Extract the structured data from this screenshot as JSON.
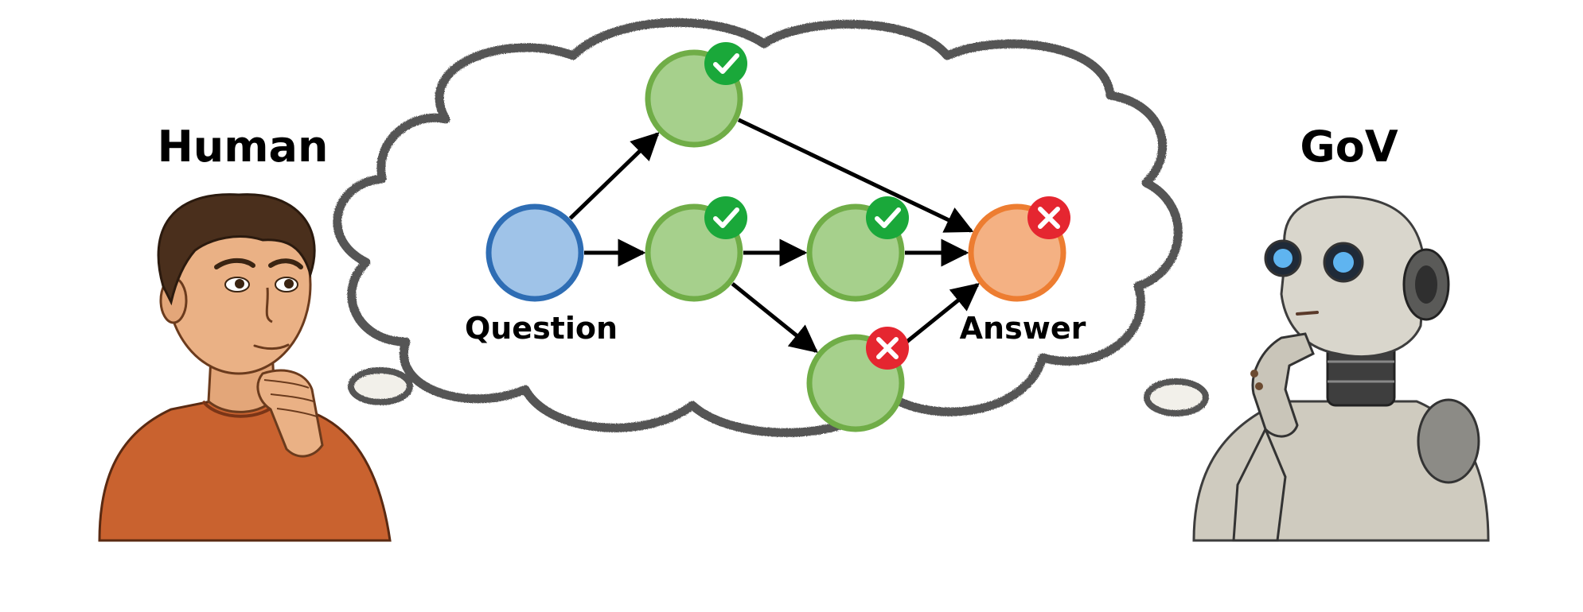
{
  "figure": {
    "human_label": "Human",
    "gov_label": "GoV"
  },
  "graph": {
    "nodes": [
      {
        "id": "question",
        "label": "Question",
        "kind": "question",
        "mark": "none"
      },
      {
        "id": "a",
        "label": "",
        "kind": "step",
        "mark": "check"
      },
      {
        "id": "b",
        "label": "",
        "kind": "step",
        "mark": "check"
      },
      {
        "id": "c",
        "label": "",
        "kind": "step",
        "mark": "check"
      },
      {
        "id": "d",
        "label": "",
        "kind": "step",
        "mark": "cross"
      },
      {
        "id": "answer",
        "label": "Answer",
        "kind": "answer",
        "mark": "cross"
      }
    ],
    "edges": [
      {
        "from": "question",
        "to": "a"
      },
      {
        "from": "question",
        "to": "b"
      },
      {
        "from": "a",
        "to": "answer"
      },
      {
        "from": "b",
        "to": "c"
      },
      {
        "from": "b",
        "to": "d"
      },
      {
        "from": "c",
        "to": "answer"
      },
      {
        "from": "d",
        "to": "answer"
      }
    ]
  },
  "colors": {
    "question_fill": "#9fc3e8",
    "question_stroke": "#2e6db4",
    "step_fill": "#a6d08c",
    "step_stroke": "#70ad47",
    "answer_fill": "#f4b183",
    "answer_stroke": "#ed7d31",
    "check": "#1aa83a",
    "cross": "#e52630",
    "cloud_stroke": "#555555",
    "arrow": "#000000"
  }
}
